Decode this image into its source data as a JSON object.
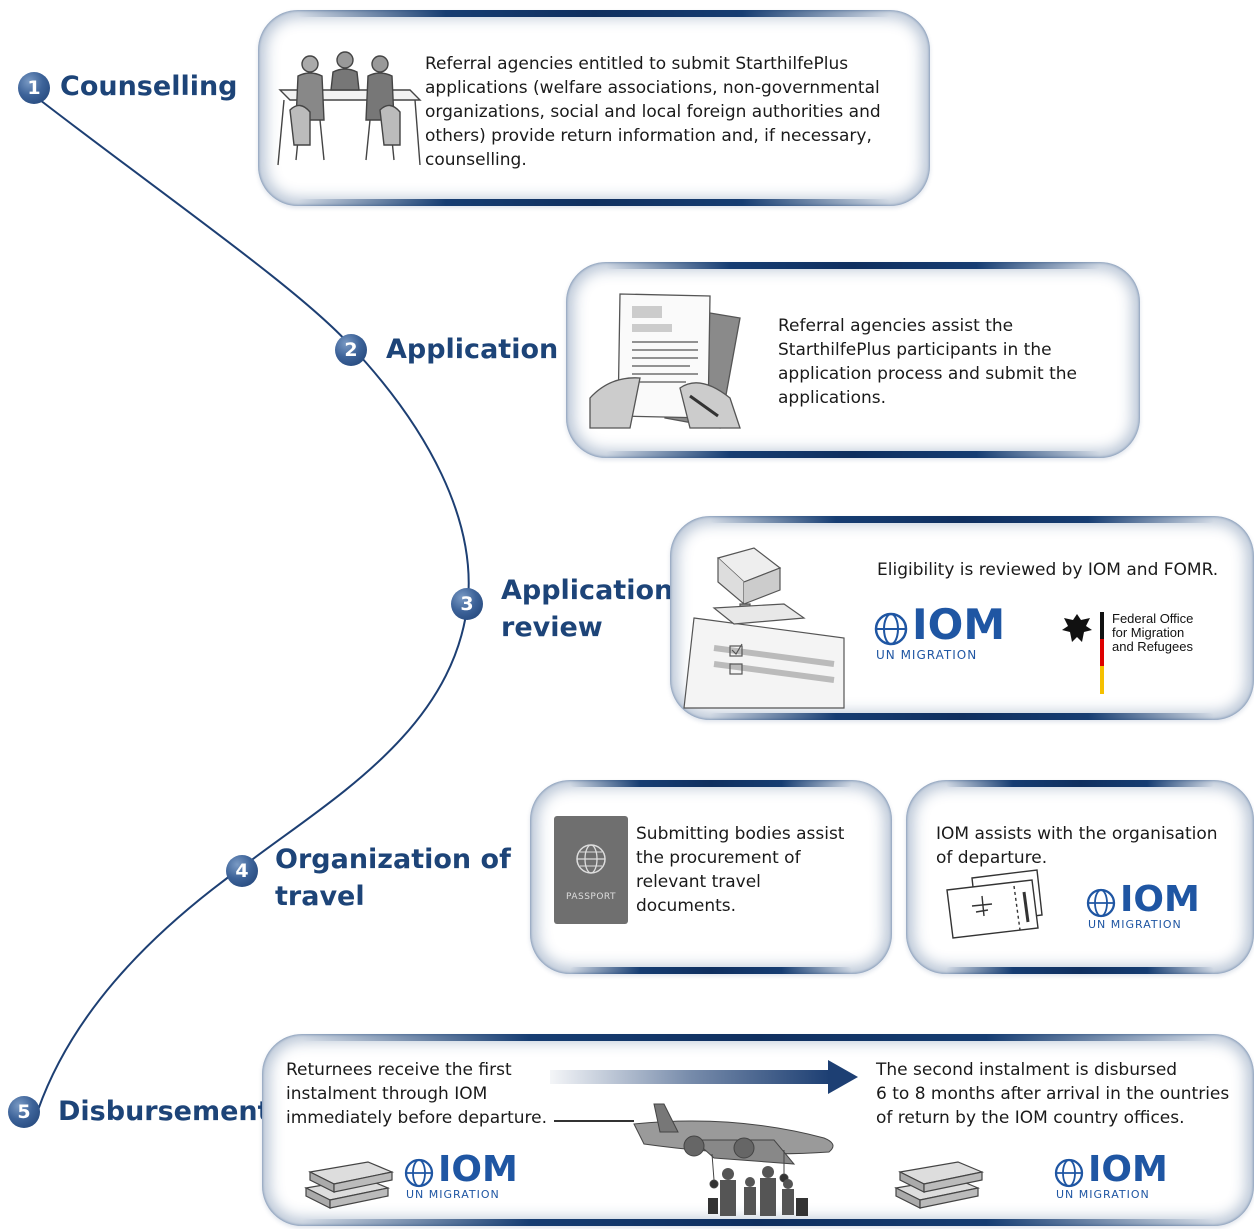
{
  "steps": [
    {
      "num": "1",
      "label": "Counselling"
    },
    {
      "num": "2",
      "label": "Application"
    },
    {
      "num": "3",
      "label_line1": "Application",
      "label_line2": "review"
    },
    {
      "num": "4",
      "label_line1": "Organization of",
      "label_line2": "travel"
    },
    {
      "num": "5",
      "label": "Disbursement"
    }
  ],
  "cards": {
    "counselling": {
      "lines": [
        "Referral agencies entitled to submit StarthilfePlus",
        "applications (welfare associations, non-governmental",
        "organizations, social and local foreign authorities and",
        "others) provide return information and, if necessary,",
        "counselling."
      ]
    },
    "application": {
      "lines": [
        "Referral agencies assist the",
        "StarthilfePlus participants in the",
        "application process and submit the",
        "applications."
      ]
    },
    "review": {
      "text": "Eligibility is reviewed by IOM and FOMR.",
      "fed_lines": [
        "Federal Office",
        "for Migration",
        "and Refugees"
      ]
    },
    "travel_docs": {
      "lines": [
        "Submitting bodies assist",
        "the procurement of",
        "relevant travel",
        "documents."
      ],
      "passport_label": "PASSPORT"
    },
    "travel_iom": {
      "lines": [
        "IOM assists with the organisation",
        "of departure."
      ]
    },
    "disbursement": {
      "left_lines": [
        "Returnees receive the first",
        "instalment through IOM",
        "immediately before departure."
      ],
      "right_lines": [
        "The second instalment is disbursed",
        "6 to 8 months after arrival in the ountries",
        "of return by the IOM country offices."
      ]
    }
  },
  "iom_logo": {
    "name": "IOM",
    "sub": "UN MIGRATION"
  },
  "colors": {
    "brand_blue": "#1d4478",
    "iom_blue": "#1f56a3",
    "card_border": "#163d72"
  },
  "icons": [
    "meeting-icon",
    "document-signing-icon",
    "stamp-icon",
    "passport-icon",
    "ticket-icon",
    "money-stack-icon",
    "airplane-family-icon",
    "globe-icon",
    "german-eagle-icon",
    "arrow-right-icon"
  ]
}
